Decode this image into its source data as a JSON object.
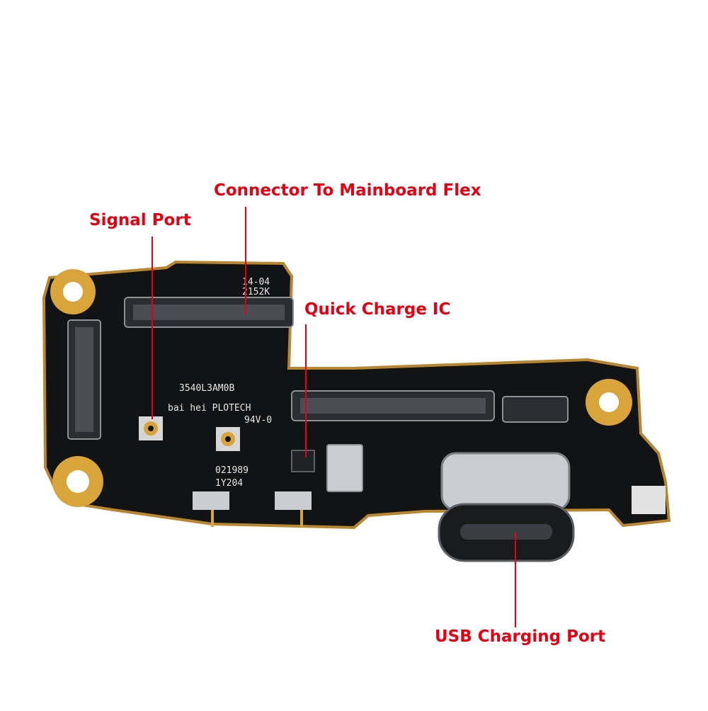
{
  "colors": {
    "annotation": "#e60012",
    "pcb": "#121314",
    "pcb_edge": "#b8862f",
    "gold_pad": "#d9a43a",
    "connector": "#2a2d31",
    "metal": "#c9ccd0"
  },
  "annotations": {
    "connector": "Connector To Mainboard Flex",
    "signal": "Signal Port",
    "quick_charge": "Quick Charge IC",
    "usb": "USB Charging Port"
  },
  "silkscreen": {
    "line1": "3540L3AM0B",
    "line2": "bai  hei PLOTECH",
    "line3": "94V-0",
    "date_a": "14-04",
    "date_b": "2152K",
    "code_a": "021989",
    "code_b": "1Y204"
  }
}
